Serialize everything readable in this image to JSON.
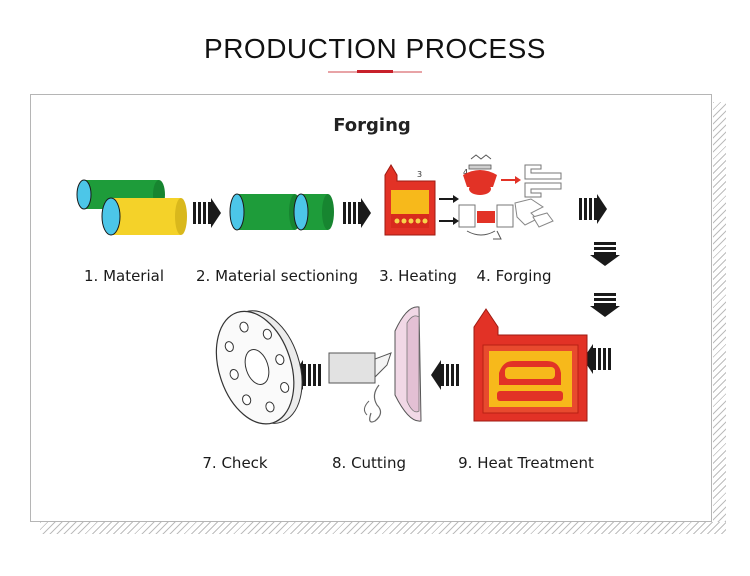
{
  "header": {
    "title": "PRODUCTION PROCESS"
  },
  "process": {
    "title": "Forging",
    "steps": [
      {
        "label": "1. Material",
        "icon": "material-bars-icon"
      },
      {
        "label": "2. Material sectioning",
        "icon": "sectioned-bars-icon"
      },
      {
        "label": "3. Heating",
        "icon": "furnace-icon"
      },
      {
        "label": "4. Forging",
        "icon": "forging-die-icon"
      },
      {
        "label": "9. Heat Treatment",
        "icon": "heat-treatment-furnace-icon"
      },
      {
        "label": "8. Cutting",
        "icon": "lathe-cutting-icon"
      },
      {
        "label": "7. Check",
        "icon": "flange-icon"
      }
    ],
    "heating_step_number": "3",
    "forging_step_number": "4",
    "flow_order": [
      "1",
      "2",
      "3",
      "4",
      "9",
      "8",
      "7"
    ]
  },
  "colors": {
    "accent_red": "#c8202a",
    "bar_green": "#1e9c3a",
    "bar_yellow": "#f4d229",
    "bar_cyan": "#4cc6e8",
    "furnace_red": "#e23226",
    "arrow_black": "#1a1a1a"
  }
}
